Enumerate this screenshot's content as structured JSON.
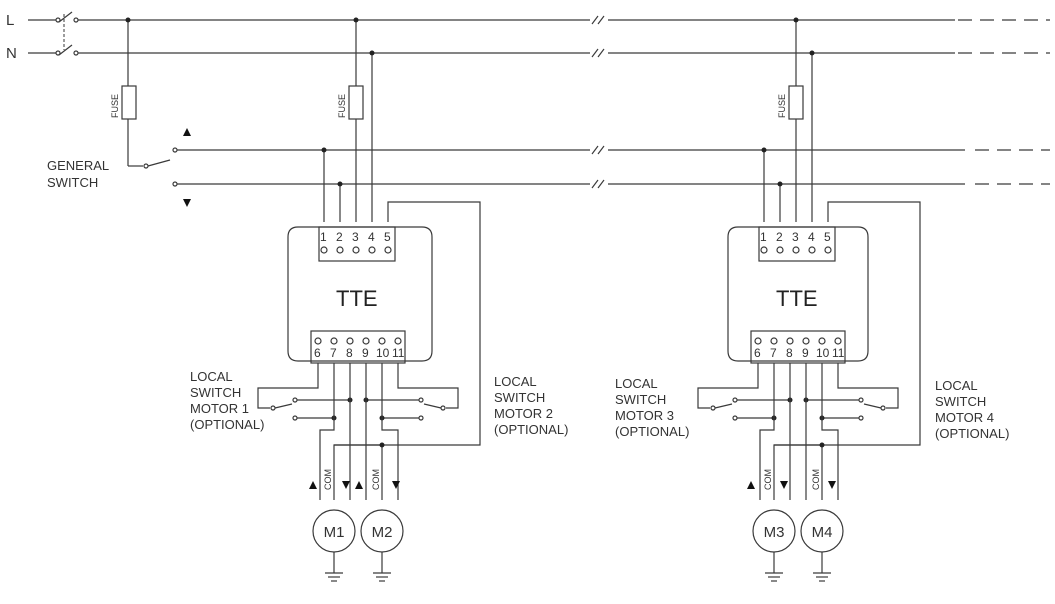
{
  "lines": {
    "line_label": "L",
    "neutral_label": "N"
  },
  "labels": {
    "fuse": "FUSE",
    "general_switch_1": "GENERAL",
    "general_switch_2": "SWITCH",
    "tte": "TTE",
    "com": "COM"
  },
  "terminals": {
    "top": [
      "1",
      "2",
      "3",
      "4",
      "5"
    ],
    "bottom": [
      "6",
      "7",
      "8",
      "9",
      "10",
      "11"
    ]
  },
  "local_switches": [
    {
      "l1": "LOCAL",
      "l2": "SWITCH",
      "l3": "MOTOR 1",
      "l4": "(OPTIONAL)"
    },
    {
      "l1": "LOCAL",
      "l2": "SWITCH",
      "l3": "MOTOR 2",
      "l4": "(OPTIONAL)"
    },
    {
      "l1": "LOCAL",
      "l2": "SWITCH",
      "l3": "MOTOR 3",
      "l4": "(OPTIONAL)"
    },
    {
      "l1": "LOCAL",
      "l2": "SWITCH",
      "l3": "MOTOR 4",
      "l4": "(OPTIONAL)"
    }
  ],
  "motors": [
    "M1",
    "M2",
    "M3",
    "M4"
  ],
  "colors": {
    "wire": "#3a3a3a",
    "text": "#333333"
  },
  "icons": {
    "up": "up-arrow-icon",
    "down": "down-arrow-icon",
    "ground": "ground-icon"
  }
}
